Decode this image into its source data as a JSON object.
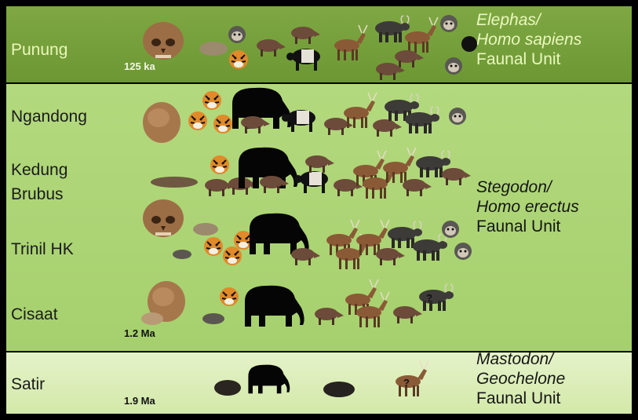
{
  "bands": {
    "top": {
      "site": "Punung",
      "age": "125 ka",
      "unit_line1": "Elephas/",
      "unit_line2": "Homo sapiens",
      "unit_line3": "Faunal Unit"
    },
    "middle": {
      "sites": [
        "Ngandong",
        "Kedung",
        "Brubus",
        "Trinil HK",
        "Cisaat"
      ],
      "age": "1.2 Ma",
      "unit_line1": "Stegodon/",
      "unit_line2": "Homo erectus",
      "unit_line3": "Faunal Unit"
    },
    "bottom": {
      "site": "Satir",
      "age": "1.9 Ma",
      "unit_line1": "Mastodon/",
      "unit_line2": "Geochelone",
      "unit_line3": "Faunal Unit"
    }
  },
  "unknown_mark": "?",
  "colors": {
    "top_band": "#7ea642",
    "middle_band": "#aed577",
    "bottom_band": "#dcefb9",
    "frame": "#000000"
  }
}
